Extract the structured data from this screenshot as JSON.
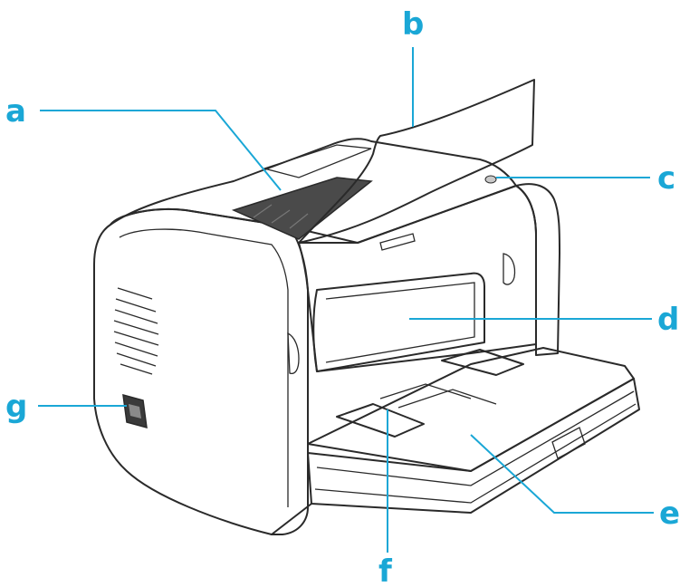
{
  "figure": {
    "subject": "printer",
    "callouts": [
      {
        "letter": "a"
      },
      {
        "letter": "b"
      },
      {
        "letter": "c"
      },
      {
        "letter": "d"
      },
      {
        "letter": "e"
      },
      {
        "letter": "f"
      },
      {
        "letter": "g"
      }
    ]
  },
  "colors": {
    "callout": "#1aa7d6",
    "outline": "#2a2a2a",
    "body_light": "#f1f1f1",
    "body_shade": "#d6d6d6",
    "dark": "#3a3a3a"
  }
}
